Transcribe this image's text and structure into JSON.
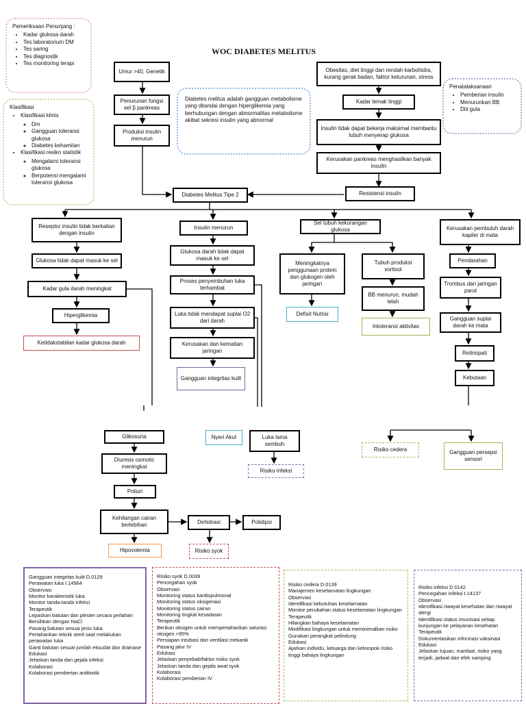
{
  "title": "WOC DIABETES MELITUS",
  "penunjang": {
    "heading": "Pemeriksaan Penunjang :",
    "items": [
      "Kadar glukosa darah",
      "Tes laboratorium DM",
      "Tes saring",
      "Tes diagnostik",
      "Tes monitoring terapi"
    ]
  },
  "klasifikasi": {
    "heading": "Klasifikasi",
    "klinis": "Klasifikasi klinis",
    "klinis_items": [
      "Dm",
      "Gangguan toleransi glukosa",
      "Diabetes kehamilan"
    ],
    "statistik": "Klasifikasi resiko statistik",
    "statistik_items": [
      "Mengalami toleransi glukosa",
      "Berpotensi mengalami toleransi glukosa"
    ]
  },
  "definisi": "Diabetes melitus adalah gangguan metabolisme yang ditandai dengan hiperglikemia yang berhubungan dengan abnormalitas metabolisme akibat sekresi insulin yang abnormal",
  "penatalaksanaan": {
    "heading": "Penatalaksanaan",
    "items": [
      "Pemberian insulin",
      "Menurunkan BB",
      "Diit gula"
    ]
  },
  "nodes": {
    "umur": "Umur >40, Genetik",
    "penurunan": "Penurunan fungsi sel β pankreas",
    "produksi": "Produksi insulin menurun",
    "obesitas": "Obesitas, diet tinggi dan rendah karbohidra, kurang gerak badan, faktor keturunan, stress",
    "lemak": "Kadar lemak tinggi",
    "insulin_tidak": "Insulin tidak dapat bekerja maksimal membantu tubuh menyerap glukosa",
    "kerusakan_pankreas": "Kerusakan pankreas menghasilkan banyak insulin",
    "dmt2": "Diabetes Melitus Tipe 2",
    "resistensi": "Resistensi insulin",
    "reseptor": "Reseptor insulin tidak berkaitan dengan insulin",
    "glukosa_tidak": "Glukosa tidak dapat masuk ke sel",
    "kadar_gula": "Kadar gula darah meningkat",
    "hiperglikemia": "Hiperglikemia",
    "ketidakstabilan": "Ketidakstabilan kadar glukosa darah",
    "insulin_menurun": "Insulin menurun",
    "glukosa_darah": "Glukosa darah tidak dapat masuk ke sel",
    "proses": "Proses penyembuhan luka terhambat",
    "luka_tidak": "Luka tidak mendapat suplai O2 dari darah",
    "kerusakan_kematian": "Kerusakan dan kematian jaringan",
    "gangguan_integritas": "Gangguan integritas kulit",
    "sel_tubuh": "Sel tubuh kekurangan glukosa",
    "meningkatnya": "Meningkatnya penggunaan protein dan glukogen oleh jaringan",
    "defisit": "Defisit Nutrisi",
    "tubuh_produksi": "Tubuh produksi sortisol",
    "bb_menurun": "BB menurun, mudah lelah",
    "intoleransi": "Intoleransi aktivitas",
    "kerusakan_pembuluh": "Kerusakan pembuluh darah kapiler di mata",
    "pendarahan": "Pendarahan",
    "trombus": "Trombus dan jaringan parut",
    "gangguan_suplai": "Gangguan suplai darah ke mata",
    "retinopati": "Retinopati",
    "kebutaan": "Kebutaan",
    "glikosuria": "Glikosuria",
    "diuresis": "Diuresis osmotic meningkat",
    "poliuri": "Poliuri",
    "kehilangan": "Kehilangan cairan berlebihan",
    "hipovolemia": "Hipovolemia",
    "dehidrasi": "Dehidrasi",
    "polidipsi": "Polidipsi",
    "risiko_syok": "Risiko syok",
    "nyeri": "Nyeri Akut",
    "luka_lama": "Luka lama sembuh",
    "risiko_infeksi": "Risiko infeksi",
    "risiko_cedera": "Risiko cedera",
    "gangguan_persepsi": "Gangguan persepsi sensori"
  },
  "panels": [
    {
      "lines": [
        "Gangguan integritas kulit D.0129",
        "Perawatan luka I.14564",
        "Observasi",
        "Monitor karakteristik luka",
        "Monitor tanda-tanda infeksi",
        "Terapeutik",
        "Lepaskan balutan dan plester secara perlahan",
        "Bersihkan dengan NaCl",
        "Pasang balutan sesuai jenis luka",
        "Pertahankan teknik steril saat melakukan perawatan luka",
        "Ganti balutan sesuai jumlah eksudat dan drainase",
        "Edukasi",
        "Jelaskan tanda dan gejala infeksi",
        "Kolaborasi",
        "Kolaborasi pemberian antibiotik"
      ]
    },
    {
      "lines": [
        "Risiko syok D.0039",
        "Pencegahan syok",
        "Observasi",
        "Monitoring status kardiopulmonal",
        "Monitoring status oksigenasi",
        "Monitoring status cairan",
        "Monitoring tingkat kesadaran",
        "Terapeutik",
        "Berikan oksigen untuk mempertahankan saturasi oksigen >95%",
        "Persiapan intubasi dan ventilasi mekanik",
        "Pasang jalur IV",
        "Edukasi",
        "Jelaskan penyebab/faktor risiko syok",
        "Jelaskan tanda dan gejala awal syok",
        "Kolaborasi",
        "Kolaborasi pemberian IV"
      ]
    },
    {
      "lines": [
        "Risiko cedera D.0139",
        "Manajemen keselamatan lingkungan",
        "Observasi",
        "Identifikasi kebutuhan keselamatan",
        "Monitor perubahan status keselamatan lingkungan",
        "Terapeutik",
        "Hilangkan bahaya keselamatan",
        "Modifikasi lingkungan untuk meminimalkan risiko",
        "Gunakan perangkat pelindung",
        "Edukasi",
        "Ajarkan individu, keluarga dan kelompok risiko tinggi bahaya lingkungan"
      ]
    },
    {
      "lines": [
        "Risiko infeksi D.0142",
        "Pencegahan infeksi I.14137",
        "Observasi",
        "Identifikasi riwayat kesehatan dan riwayat alergi",
        "Identifikasi status imunisasi setiap kunjungan ke pelayanan kesehatan",
        "Terapeutik",
        "Dokumentasikan informasi vaksinasi",
        "Edukasi",
        "Jelaskan tujuan, manfaat, risiko yang terjadi, jadwal dan efek samping"
      ]
    }
  ]
}
